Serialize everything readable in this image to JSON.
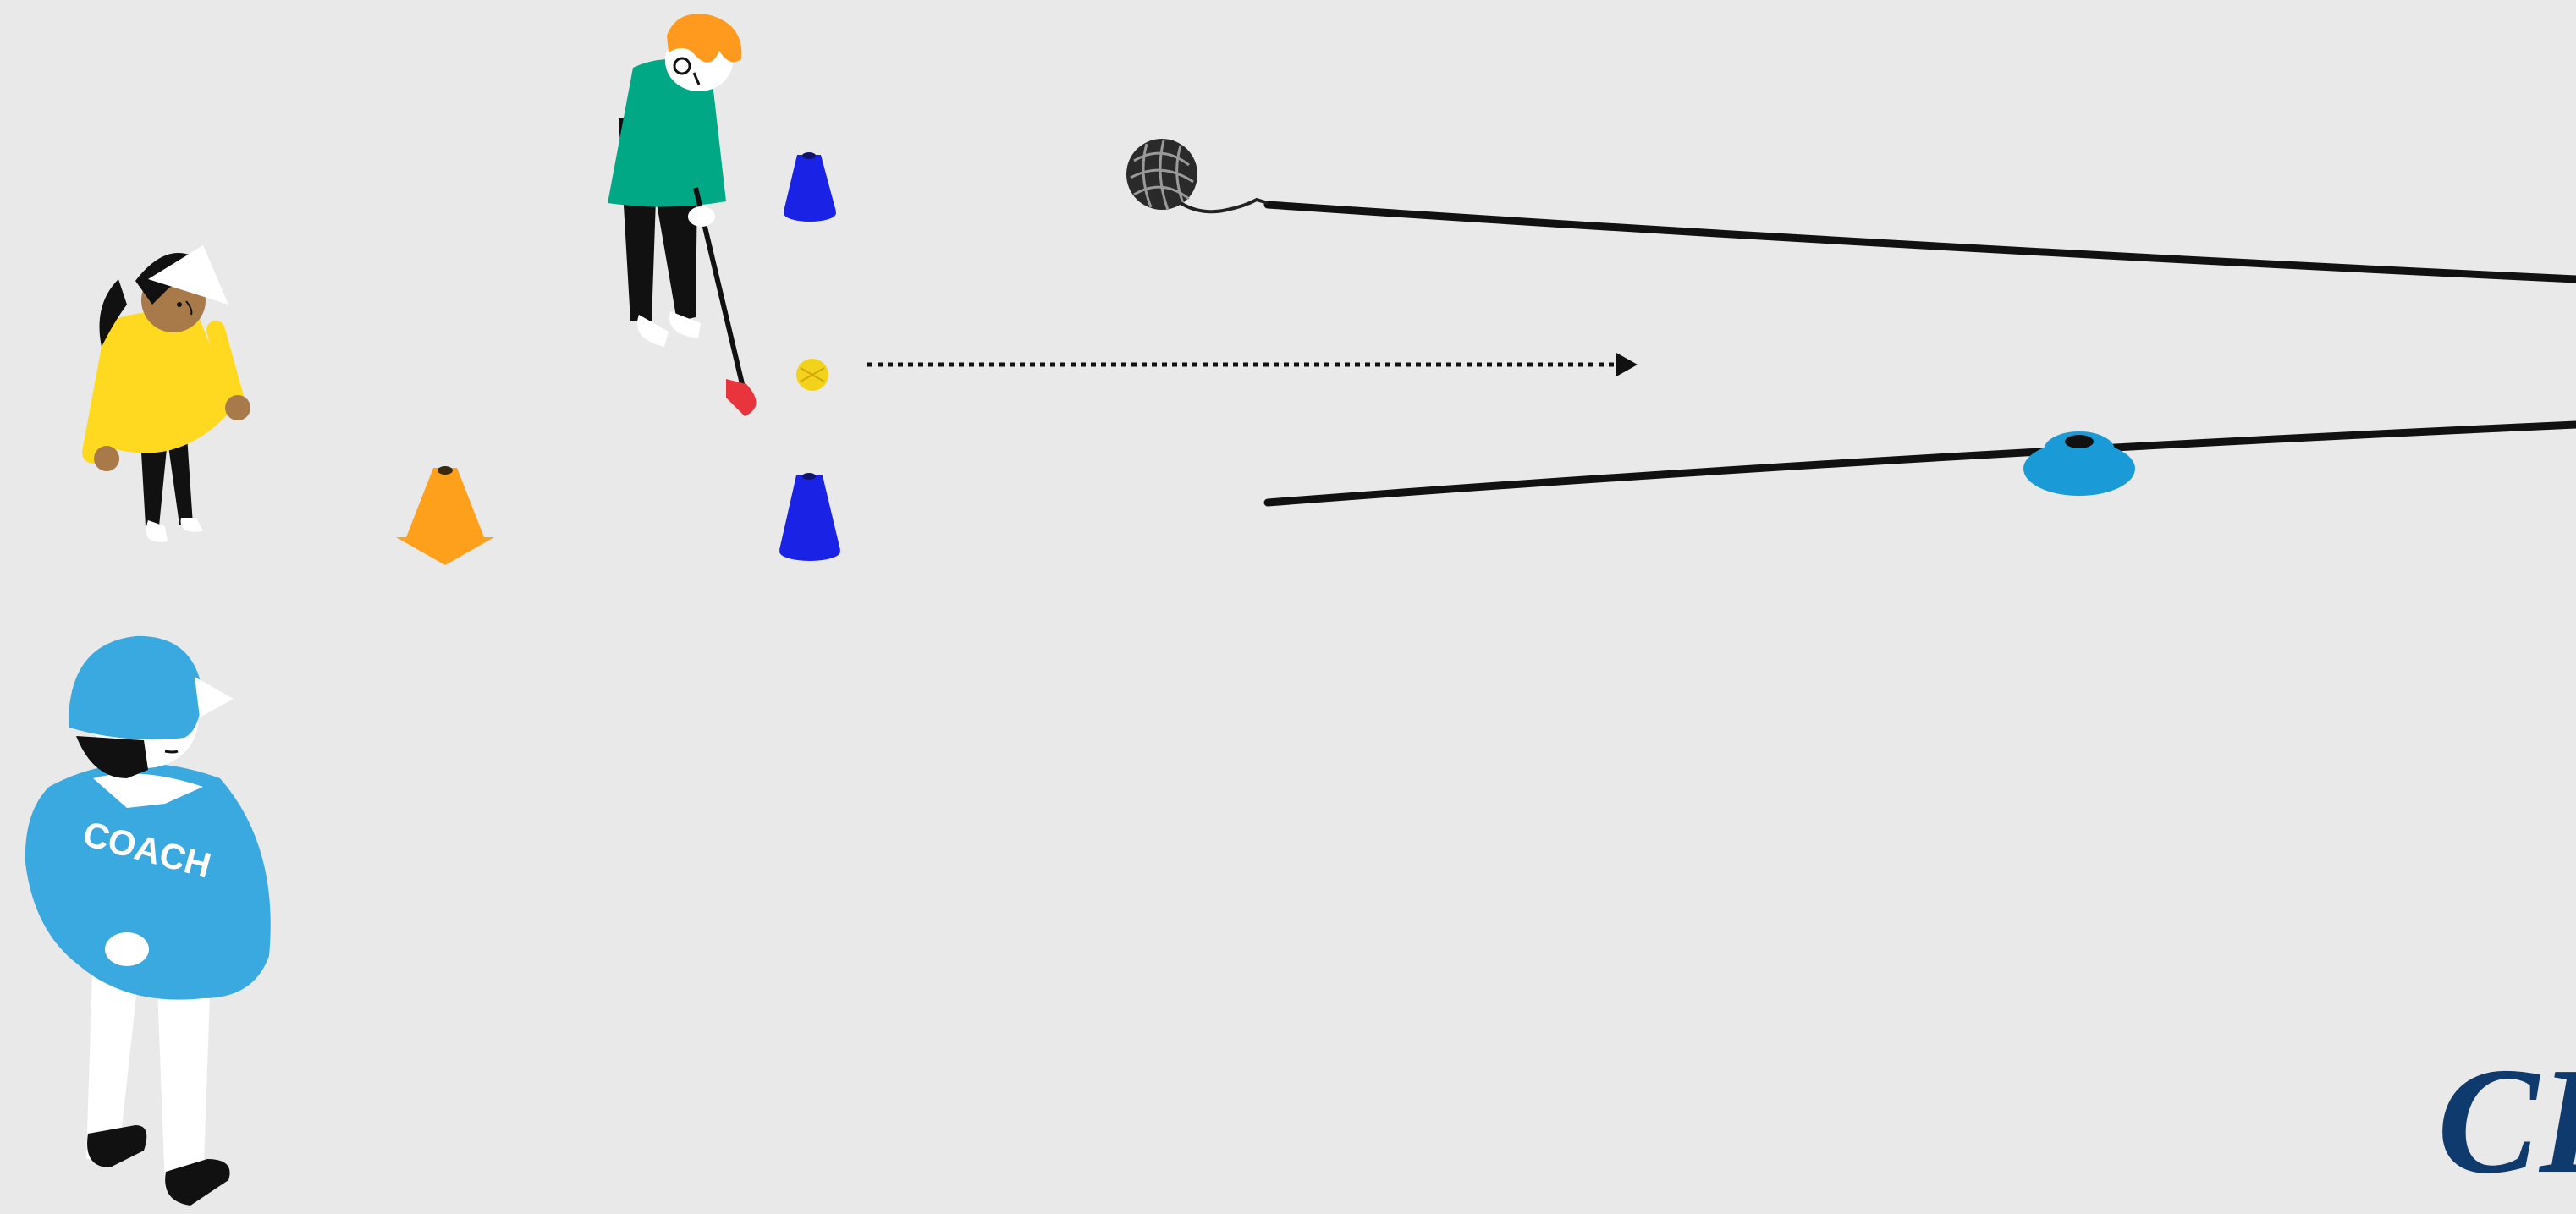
{
  "scene": {
    "background": "#e9e9e9",
    "coach": {
      "shirt_text": "COACH",
      "shirt_color": "#3aa9e0"
    },
    "players": [
      {
        "role": "putting-player",
        "shirt_color": "#00a885",
        "hair_color": "#ff9a1e"
      },
      {
        "role": "waiting-player",
        "shirt_color": "#ffd91f",
        "skin_color": "#a87a4a"
      }
    ],
    "equipment": {
      "gate_cone_color": "#1a22e6",
      "marker_cone_color": "#ffa01c",
      "disc_cone_color": "#1a9ad6",
      "ball_color": "#f3d21c",
      "putter_head_color": "#e8343c",
      "string_color": "#222222"
    },
    "icons": [
      "yarn-ball-icon",
      "dotted-arrow-icon"
    ],
    "logo": {
      "text": "CR",
      "color": "#0e3a6e"
    }
  }
}
